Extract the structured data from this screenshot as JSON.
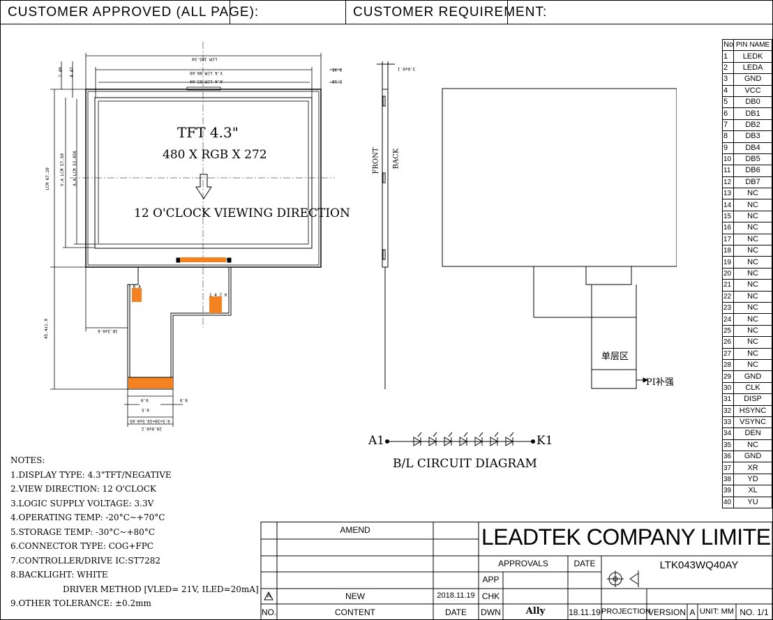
{
  "header": {
    "customer_approved": "CUSTOMER APPROVED (ALL PAGE):",
    "customer_requirement": "CUSTOMER REQUIREMENT:"
  },
  "front_view": {
    "title": "TFT 4.3\"",
    "resolution": "480 X RGB X 272",
    "viewing_direction": "12 O'CLOCK VIEWING DIRECTION",
    "connector_pins_left": "K A",
    "connector_pins_right": "1 4 7 0"
  },
  "dimensions": {
    "lcm_width": "LCM 105.50",
    "va_width": "V.A LCM 98.60",
    "aa_width": "A.A LCM 95.04",
    "right_a": "3.35",
    "right_b": "5.18",
    "left_a": "2.40",
    "left_b": "4.42",
    "lcm_height": "LCM 67.20",
    "va_height": "V.A LCM 57.50",
    "aa_height": "A.A LCM 53.856",
    "fpc_length": "45.4±1.0",
    "fpc_offset": "18.3±0.6",
    "fpc_w1": "9.0",
    "fpc_w2": "0.5",
    "fpc_w3": "0.9",
    "fpc_pitch": "0.5×39=19.5±0.05",
    "fpc_width": "20.0±0.2",
    "side_thickness": "3.6±0.1"
  },
  "side_view": {
    "front": "FRONT",
    "back": "BACK"
  },
  "back_view": {
    "single_layer": "单层区",
    "pi_stiffener": "PI补强"
  },
  "circuit": {
    "anode": "A1",
    "cathode": "K1",
    "title": "B/L CIRCUIT DIAGRAM",
    "led_count": 7
  },
  "notes": {
    "heading": "NOTES:",
    "items": [
      "1.DISPLAY TYPE: 4.3\"TFT/NEGATIVE",
      "2.VIEW DIRECTION: 12 O'CLOCK",
      "3.LOGIC SUPPLY VOLTAGE: 3.3V",
      "4.OPERATING TEMP: -20°C~+70°C",
      "5.STORAGE TEMP: -30°C~+80°C",
      "6.CONNECTOR TYPE: COG+FPC",
      "7.CONTROLLER/DRIVE IC:ST7282",
      "8.BACKLIGHT: WHITE",
      "DRIVER METHOD [VLED= 21V, ILED=20mA]",
      "9.OTHER TOLERANCE: ±0.2mm"
    ]
  },
  "pin_table": {
    "header_no": "No",
    "header_name": "PIN NAME",
    "pins": [
      {
        "no": "1",
        "name": "LEDK"
      },
      {
        "no": "2",
        "name": "LEDA"
      },
      {
        "no": "3",
        "name": "GND"
      },
      {
        "no": "4",
        "name": "VCC"
      },
      {
        "no": "5",
        "name": "DB0"
      },
      {
        "no": "6",
        "name": "DB1"
      },
      {
        "no": "7",
        "name": "DB2"
      },
      {
        "no": "8",
        "name": "DB3"
      },
      {
        "no": "9",
        "name": "DB4"
      },
      {
        "no": "10",
        "name": "DB5"
      },
      {
        "no": "11",
        "name": "DB6"
      },
      {
        "no": "12",
        "name": "DB7"
      },
      {
        "no": "13",
        "name": "NC"
      },
      {
        "no": "14",
        "name": "NC"
      },
      {
        "no": "15",
        "name": "NC"
      },
      {
        "no": "16",
        "name": "NC"
      },
      {
        "no": "17",
        "name": "NC"
      },
      {
        "no": "18",
        "name": "NC"
      },
      {
        "no": "19",
        "name": "NC"
      },
      {
        "no": "20",
        "name": "NC"
      },
      {
        "no": "21",
        "name": "NC"
      },
      {
        "no": "22",
        "name": "NC"
      },
      {
        "no": "23",
        "name": "NC"
      },
      {
        "no": "24",
        "name": "NC"
      },
      {
        "no": "25",
        "name": "NC"
      },
      {
        "no": "26",
        "name": "NC"
      },
      {
        "no": "27",
        "name": "NC"
      },
      {
        "no": "28",
        "name": "NC"
      },
      {
        "no": "29",
        "name": "GND"
      },
      {
        "no": "30",
        "name": "CLK"
      },
      {
        "no": "31",
        "name": "DISP"
      },
      {
        "no": "32",
        "name": "HSYNC"
      },
      {
        "no": "33",
        "name": "VSYNC"
      },
      {
        "no": "34",
        "name": "DEN"
      },
      {
        "no": "35",
        "name": "NC"
      },
      {
        "no": "36",
        "name": "GND"
      },
      {
        "no": "37",
        "name": "XR"
      },
      {
        "no": "38",
        "name": "YD"
      },
      {
        "no": "39",
        "name": "XL"
      },
      {
        "no": "40",
        "name": "YU"
      }
    ]
  },
  "title_block": {
    "amend": "AMEND",
    "company": "LEADTEK COMPANY LIMITED",
    "approvals": "APPROVALS",
    "date_label": "DATE",
    "part_number": "LTK043WQ40AY",
    "app": "APP",
    "chk": "CHK",
    "dwn": "DWN",
    "rev_mark": "A",
    "new": "NEW",
    "new_date": "2018.11.19",
    "no_label": "NO.",
    "content_label": "CONTENT",
    "date_col": "DATE",
    "drawn_by": "Ally",
    "drawn_date": "18.11.19",
    "projection": "PROJECTION",
    "version_label": "VERSION",
    "version": "A",
    "unit": "UNIT: MM",
    "sheet": "NO. 1/1"
  },
  "colors": {
    "line": "#000000",
    "fpc_contact": "#f58220",
    "background": "#ffffff"
  }
}
